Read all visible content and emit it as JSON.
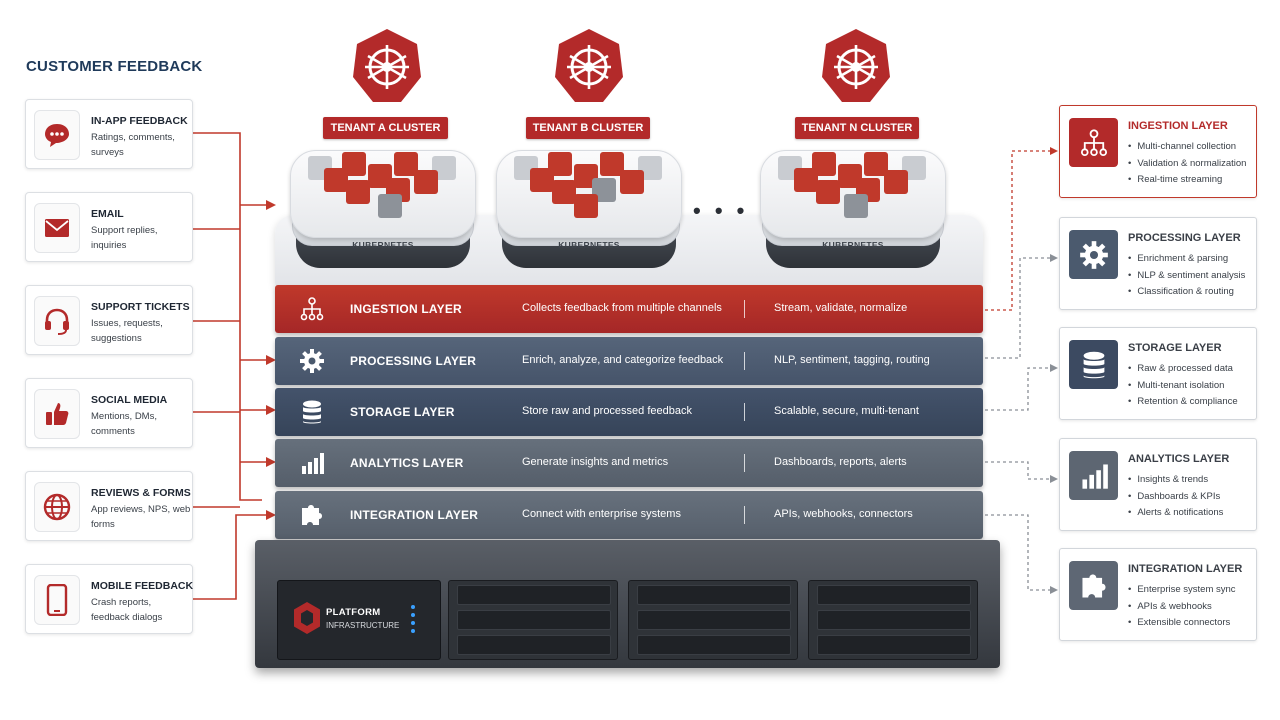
{
  "heading": "CUSTOMER FEEDBACK",
  "sources": [
    {
      "title": "IN-APP FEEDBACK",
      "description": "Ratings, comments, surveys",
      "icon": "chat-bubble-icon"
    },
    {
      "title": "EMAIL",
      "description": "Support replies, inquiries",
      "icon": "envelope-icon"
    },
    {
      "title": "SUPPORT TICKETS",
      "description": "Issues, requests, suggestions",
      "icon": "headset-icon"
    },
    {
      "title": "SOCIAL MEDIA",
      "description": "Mentions, DMs, comments",
      "icon": "thumbs-up-icon"
    },
    {
      "title": "REVIEWS & FORMS",
      "description": "App reviews, NPS, web forms",
      "icon": "globe-icon"
    },
    {
      "title": "MOBILE FEEDBACK",
      "description": "Crash reports, feedback dialogs",
      "icon": "smartphone-icon"
    }
  ],
  "clusters": [
    {
      "label": "TENANT A CLUSTER",
      "platform": "KUBERNETES"
    },
    {
      "label": "TENANT B CLUSTER",
      "platform": "KUBERNETES"
    },
    {
      "label": "TENANT N CLUSTER",
      "platform": "KUBERNETES"
    }
  ],
  "ellipsis": "• • •",
  "layers": [
    {
      "title": "INGESTION LAYER",
      "description": "Collects feedback from multiple channels",
      "tags": "Stream, validate, normalize",
      "color": "#b32a2a",
      "icon": "network-icon"
    },
    {
      "title": "PROCESSING LAYER",
      "description": "Enrich, analyze, and categorize feedback",
      "tags": "NLP, sentiment, tagging, routing",
      "color": "#4b5a6e",
      "icon": "gear-icon"
    },
    {
      "title": "STORAGE LAYER",
      "description": "Store raw and processed feedback",
      "tags": "Scalable, secure, multi-tenant",
      "color": "#3c4a61",
      "icon": "database-icon"
    },
    {
      "title": "ANALYTICS LAYER",
      "description": "Generate insights and metrics",
      "tags": "Dashboards, reports, alerts",
      "color": "#5d6672",
      "icon": "bar-chart-icon"
    },
    {
      "title": "INTEGRATION LAYER",
      "description": "Connect with enterprise systems",
      "tags": "APIs, webhooks, connectors",
      "color": "#5e6774",
      "icon": "puzzle-icon"
    }
  ],
  "server": {
    "title": "PLATFORM",
    "subtitle": "INFRASTRUCTURE"
  },
  "layer_cards": [
    {
      "title": "INGESTION LAYER",
      "items": [
        "Multi-channel collection",
        "Validation & normalization",
        "Real-time streaming"
      ],
      "icon": "network-icon",
      "color": "#b32a2a"
    },
    {
      "title": "PROCESSING LAYER",
      "items": [
        "Enrichment & parsing",
        "NLP & sentiment analysis",
        "Classification & routing"
      ],
      "icon": "gear-icon",
      "color": "#4b5a6e"
    },
    {
      "title": "STORAGE LAYER",
      "items": [
        "Raw & processed data",
        "Multi-tenant isolation",
        "Retention & compliance"
      ],
      "icon": "database-icon",
      "color": "#3c4a61"
    },
    {
      "title": "ANALYTICS LAYER",
      "items": [
        "Insights & trends",
        "Dashboards & KPIs",
        "Alerts & notifications"
      ],
      "icon": "bar-chart-icon",
      "color": "#5d6672"
    },
    {
      "title": "INTEGRATION LAYER",
      "items": [
        "Enterprise system sync",
        "APIs & webhooks",
        "Extensible connectors"
      ],
      "icon": "puzzle-icon",
      "color": "#5e6774"
    }
  ]
}
